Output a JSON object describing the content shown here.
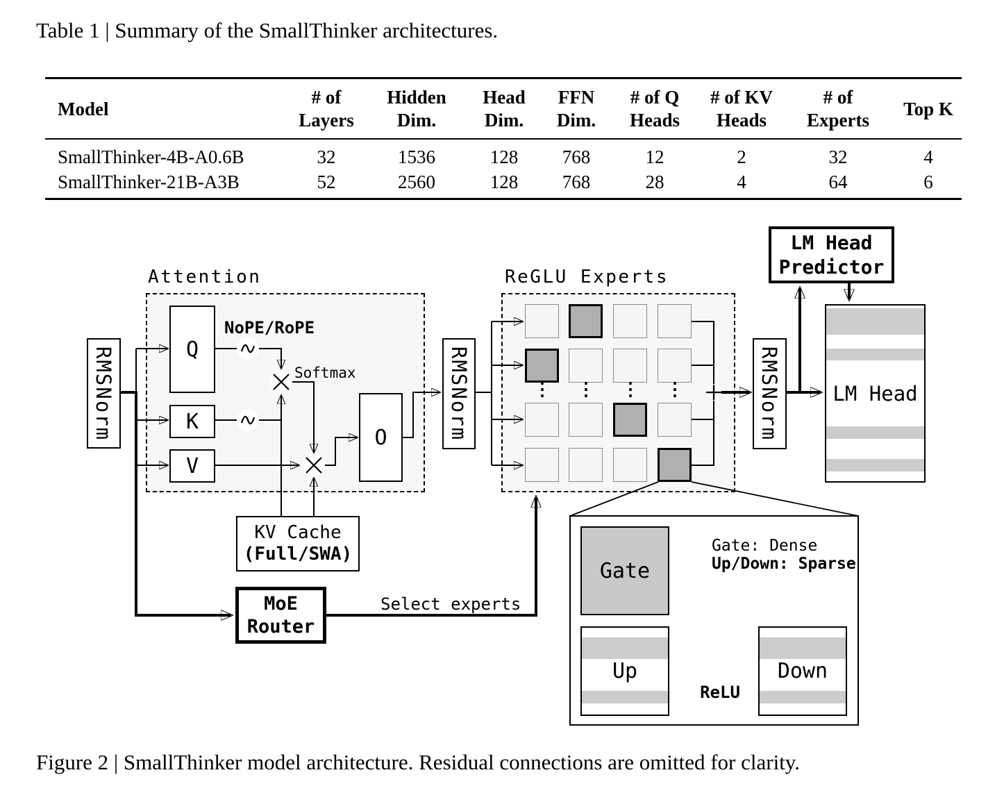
{
  "table": {
    "title": "Table 1 | Summary of the SmallThinker architectures.",
    "columns": [
      {
        "line1": "Model",
        "line2": ""
      },
      {
        "line1": "# of",
        "line2": "Layers"
      },
      {
        "line1": "Hidden",
        "line2": "Dim."
      },
      {
        "line1": "Head",
        "line2": "Dim."
      },
      {
        "line1": "FFN",
        "line2": "Dim."
      },
      {
        "line1": "# of Q",
        "line2": "Heads"
      },
      {
        "line1": "# of KV",
        "line2": "Heads"
      },
      {
        "line1": "# of",
        "line2": "Experts"
      },
      {
        "line1": "Top K",
        "line2": ""
      }
    ],
    "rows": [
      [
        "SmallThinker-4B-A0.6B",
        "32",
        "1536",
        "128",
        "768",
        "12",
        "2",
        "32",
        "4"
      ],
      [
        "SmallThinker-21B-A3B",
        "52",
        "2560",
        "128",
        "768",
        "28",
        "4",
        "64",
        "6"
      ]
    ]
  },
  "figure": {
    "caption": "Figure 2 | SmallThinker model architecture. Residual connections are omitted for clarity.",
    "attention_title": "Attention",
    "experts_title": "ReGLU Experts",
    "rmsnorm": "RMSNorm",
    "q": "Q",
    "k": "K",
    "v": "V",
    "o": "O",
    "nope_rope": "NoPE/RoPE",
    "softmax": "Softmax",
    "kv_cache": {
      "line1": "KV Cache",
      "line2": "(Full/SWA)"
    },
    "moe_router": {
      "line1": "MoE",
      "line2": "Router"
    },
    "select_experts": "Select experts",
    "lm_head_predictor": {
      "line1": "LM Head",
      "line2": "Predictor"
    },
    "lm_head": "LM Head",
    "ellipsis": "⋮",
    "experts_grid": {
      "rows": 4,
      "cols": 4,
      "highlighted": [
        [
          0,
          1
        ],
        [
          1,
          0
        ],
        [
          2,
          2
        ],
        [
          3,
          3
        ]
      ]
    },
    "expert_detail": {
      "gate": "Gate",
      "up": "Up",
      "down": "Down",
      "relu": "ReLU",
      "gate_note": "Gate: Dense",
      "updown_note": "Up/Down: Sparse"
    }
  },
  "colors": {
    "highlight": "#b0b0b0",
    "panel_fill": "#f7f7f7",
    "cell_fill": "#f5f5f5",
    "cell_border": "#8a8a8a",
    "stripe": "#cccccc",
    "gate_fill": "#c9c9c9",
    "line": "#000000"
  }
}
